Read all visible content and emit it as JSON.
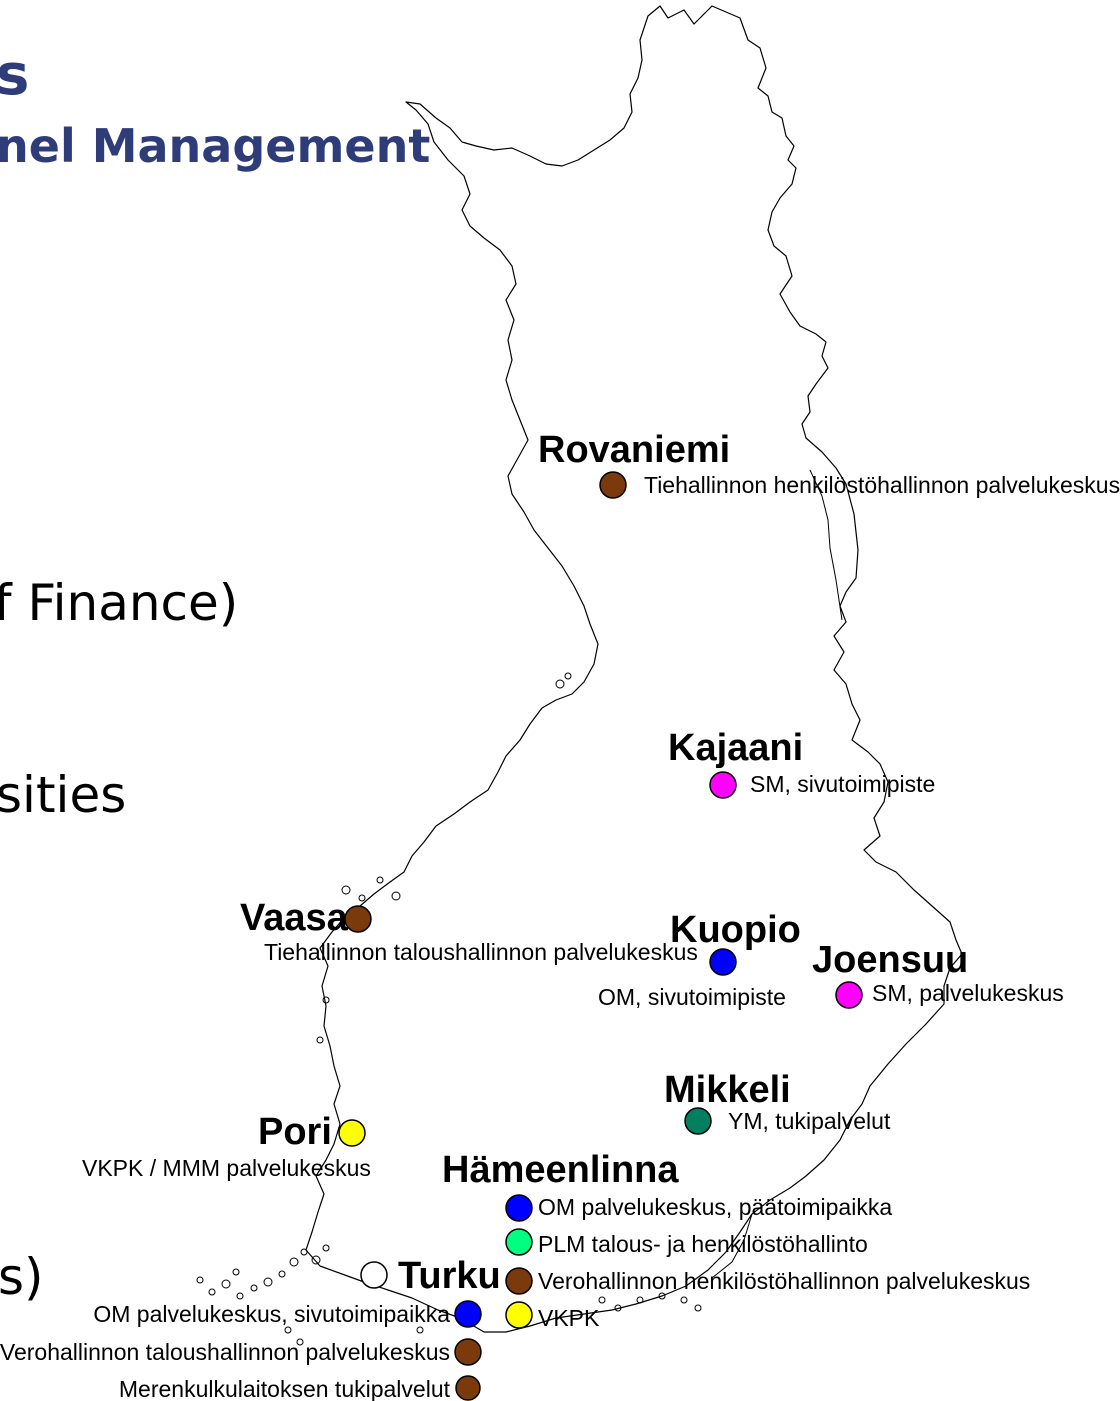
{
  "slide": {
    "title_fragment": "s",
    "subtitle_fragment": "nel Management",
    "bullets": {
      "finance": "f Finance)",
      "sities": "sities",
      "paren": "s)"
    }
  },
  "colors": {
    "title": "#2e3c7a",
    "brown": "#7a3a0c",
    "blue": "#0000ff",
    "magenta": "#ff00ff",
    "green": "#00ff80",
    "teal": "#008060",
    "yellow": "#ffff00",
    "white": "#ffffff"
  },
  "cities": {
    "rovaniemi": "Rovaniemi",
    "kajaani": "Kajaani",
    "vaasa": "Vaasa",
    "kuopio": "Kuopio",
    "joensuu": "Joensuu",
    "mikkeli": "Mikkeli",
    "pori": "Pori",
    "hameenlinna": "Hämeenlinna",
    "turku": "Turku"
  },
  "offices": {
    "rovaniemi": "Tiehallinnon henkilöstöhallinnon palvelukeskus",
    "kajaani": "SM, sivutoimipiste",
    "vaasa": "Tiehallinnon taloushallinnon palvelukeskus",
    "kuopio": "OM, sivutoimipiste",
    "joensuu": "SM, palvelukeskus",
    "mikkeli": "YM, tukipalvelut",
    "pori": "VKPK / MMM palvelukeskus",
    "hameenlinna": [
      "OM palvelukeskus, päätoimipaikka",
      "PLM talous- ja henkilöstöhallinto",
      "Verohallinnon henkilöstöhallinnon palvelukeskus",
      "VKPK"
    ],
    "turku": [
      "OM palvelukeskus, sivutoimipaikka",
      "Verohallinnon taloushallinnon palvelukeskus",
      "Merenkulkulaitoksen tukipalvelut"
    ]
  }
}
